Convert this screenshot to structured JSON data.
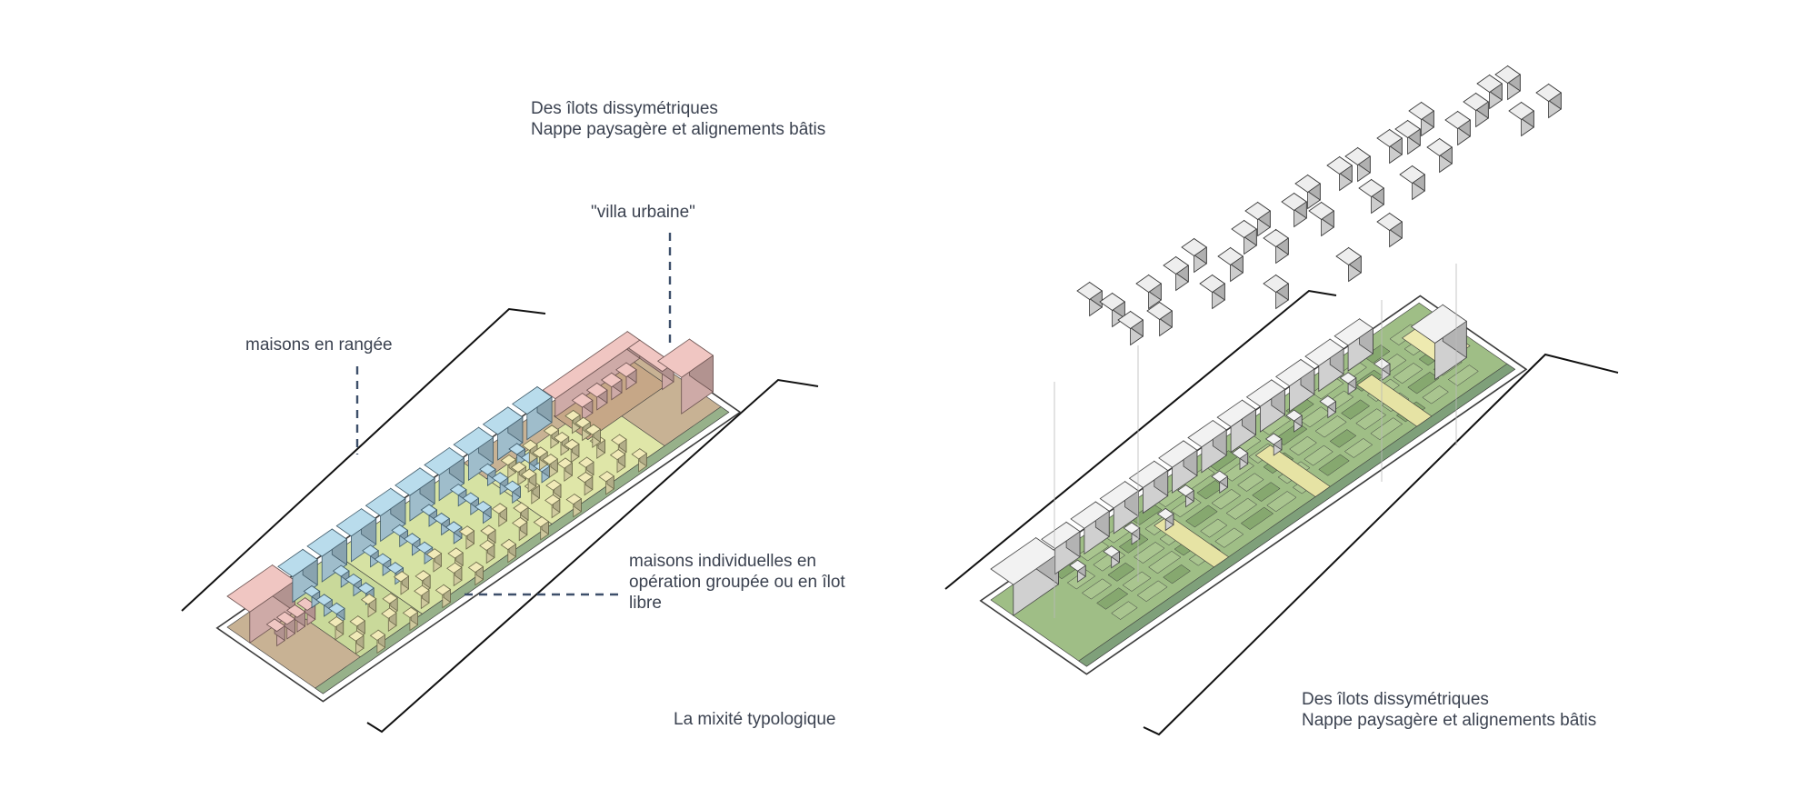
{
  "left_panel": {
    "title_lines": [
      "Des îlots dissymétriques",
      "Nappe  paysagère et alignements bâtis"
    ],
    "callouts": {
      "villa": "\"villa urbaine\"",
      "rangee": "maisons en rangée",
      "individuelles_lines": [
        "maisons individuelles en",
        "opération groupée ou en îlot",
        "libre"
      ]
    },
    "caption": "La mixité typologique"
  },
  "right_panel": {
    "caption_lines": [
      "Des îlots dissymétriques",
      "Nappe  paysagère et alignements bâtis"
    ]
  },
  "colors": {
    "pink": "#f0c6c2",
    "blue": "#b9dcec",
    "yellow": "#f1eab8",
    "green": "#9fbe86",
    "dark_green": "#5f7a57",
    "ground_brown": "#c8b294",
    "white_block": "#f2f2f2",
    "text": "#3b4250",
    "leader": "#3d4f6a"
  }
}
